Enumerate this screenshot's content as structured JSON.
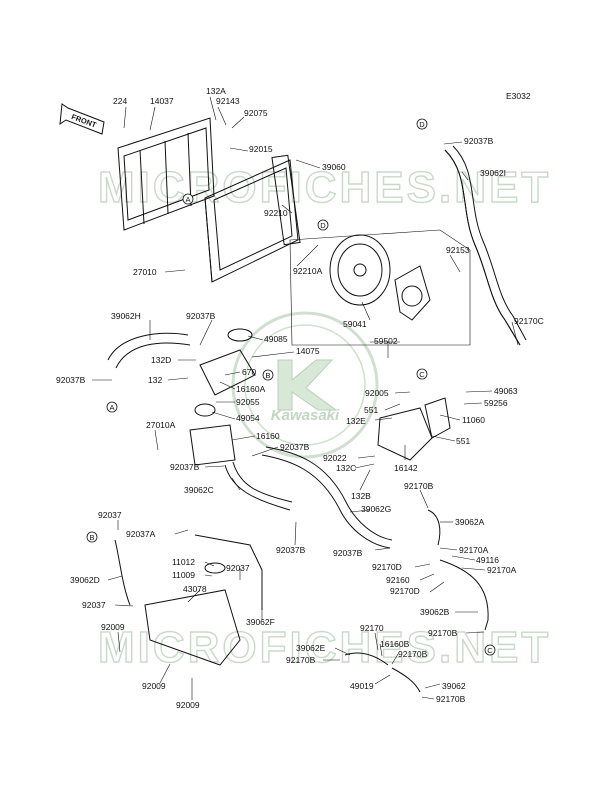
{
  "diagram_code": "E3032",
  "front_label": "FRONT",
  "watermark": "MICROFICHES.NET",
  "logo_text": "Kawasaki",
  "parts": [
    {
      "id": "p224",
      "text": "224"
    },
    {
      "id": "p14037",
      "text": "14037"
    },
    {
      "id": "p132A",
      "text": "132A"
    },
    {
      "id": "p92143",
      "text": "92143"
    },
    {
      "id": "p92075",
      "text": "92075"
    },
    {
      "id": "p92015",
      "text": "92015"
    },
    {
      "id": "p39060",
      "text": "39060"
    },
    {
      "id": "p92210",
      "text": "92210"
    },
    {
      "id": "p27010",
      "text": "27010"
    },
    {
      "id": "p92210A",
      "text": "92210A"
    },
    {
      "id": "p92153",
      "text": "92153"
    },
    {
      "id": "p59041",
      "text": "59041"
    },
    {
      "id": "p92037B_a",
      "text": "92037B"
    },
    {
      "id": "p39062I",
      "text": "39062I"
    },
    {
      "id": "p92170C",
      "text": "92170C"
    },
    {
      "id": "p39062H",
      "text": "39062H"
    },
    {
      "id": "p92037B_b",
      "text": "92037B"
    },
    {
      "id": "p49085",
      "text": "49085"
    },
    {
      "id": "p14075",
      "text": "14075"
    },
    {
      "id": "p132D",
      "text": "132D"
    },
    {
      "id": "p670",
      "text": "670"
    },
    {
      "id": "p132",
      "text": "132"
    },
    {
      "id": "p92037B_c",
      "text": "92037B"
    },
    {
      "id": "p16160A",
      "text": "16160A"
    },
    {
      "id": "p92055",
      "text": "92055"
    },
    {
      "id": "p49054",
      "text": "49054"
    },
    {
      "id": "p27010A",
      "text": "27010A"
    },
    {
      "id": "p16160",
      "text": "16160"
    },
    {
      "id": "p92037B_d",
      "text": "92037B"
    },
    {
      "id": "p92037B_e",
      "text": "92037B"
    },
    {
      "id": "p59502",
      "text": "59502"
    },
    {
      "id": "p92005",
      "text": "92005"
    },
    {
      "id": "p551_a",
      "text": "551"
    },
    {
      "id": "p132E",
      "text": "132E"
    },
    {
      "id": "p49063",
      "text": "49063"
    },
    {
      "id": "p59256",
      "text": "59256"
    },
    {
      "id": "p11060",
      "text": "11060"
    },
    {
      "id": "p551_b",
      "text": "551"
    },
    {
      "id": "p92022",
      "text": "92022"
    },
    {
      "id": "p132C",
      "text": "132C"
    },
    {
      "id": "p16142",
      "text": "16142"
    },
    {
      "id": "p132B",
      "text": "132B"
    },
    {
      "id": "p39062C",
      "text": "39062C"
    },
    {
      "id": "p39062G",
      "text": "39062G"
    },
    {
      "id": "p92170B_a",
      "text": "92170B"
    },
    {
      "id": "p39062A",
      "text": "39062A"
    },
    {
      "id": "p92037",
      "text": "92037"
    },
    {
      "id": "p92037A",
      "text": "92037A"
    },
    {
      "id": "p92037B_f",
      "text": "92037B"
    },
    {
      "id": "p92037B_g",
      "text": "92037B"
    },
    {
      "id": "p92170A_a",
      "text": "92170A"
    },
    {
      "id": "p49116",
      "text": "49116"
    },
    {
      "id": "p92170D_a",
      "text": "92170D"
    },
    {
      "id": "p92170A_b",
      "text": "92170A"
    },
    {
      "id": "p92160",
      "text": "92160"
    },
    {
      "id": "p92170D_b",
      "text": "92170D"
    },
    {
      "id": "p11012",
      "text": "11012"
    },
    {
      "id": "p11009",
      "text": "11009"
    },
    {
      "id": "p92037_b",
      "text": "92037"
    },
    {
      "id": "p39062D",
      "text": "39062D"
    },
    {
      "id": "p43078",
      "text": "43078"
    },
    {
      "id": "p92037_c",
      "text": "92037"
    },
    {
      "id": "p39062F",
      "text": "39062F"
    },
    {
      "id": "p39062B",
      "text": "39062B"
    },
    {
      "id": "p92009_a",
      "text": "92009"
    },
    {
      "id": "p92170",
      "text": "92170"
    },
    {
      "id": "p92170B_b",
      "text": "92170B"
    },
    {
      "id": "p16160B",
      "text": "16160B"
    },
    {
      "id": "p39062E",
      "text": "39062E"
    },
    {
      "id": "p92170B_c",
      "text": "92170B"
    },
    {
      "id": "p92170B_d",
      "text": "92170B"
    },
    {
      "id": "p92009_b",
      "text": "92009"
    },
    {
      "id": "p49019",
      "text": "49019"
    },
    {
      "id": "p39062",
      "text": "39062"
    },
    {
      "id": "p92170B_e",
      "text": "92170B"
    },
    {
      "id": "p92009_c",
      "text": "92009"
    }
  ],
  "connectors": [
    {
      "id": "cA1",
      "text": "A"
    },
    {
      "id": "cA2",
      "text": "A"
    },
    {
      "id": "cB1",
      "text": "B"
    },
    {
      "id": "cB2",
      "text": "B"
    },
    {
      "id": "cC1",
      "text": "C"
    },
    {
      "id": "cC2",
      "text": "C"
    },
    {
      "id": "cD1",
      "text": "D"
    },
    {
      "id": "cD2",
      "text": "D"
    }
  ]
}
